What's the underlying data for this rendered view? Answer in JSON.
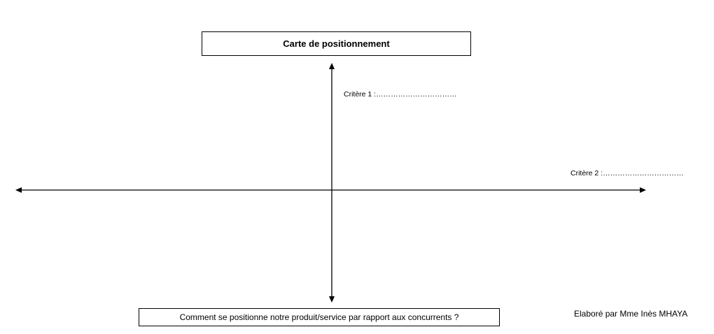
{
  "title": "Carte de positionnement",
  "question": "Comment se positionne notre produit/service par rapport aux concurrents ?",
  "axis_labels": {
    "vertical": "Critère 1 :……………………………",
    "horizontal": "Critère 2 :……………………………"
  },
  "author": "Elaboré par Mme Inès MHAYA",
  "colors": {
    "line": "#000000",
    "background": "#ffffff"
  }
}
